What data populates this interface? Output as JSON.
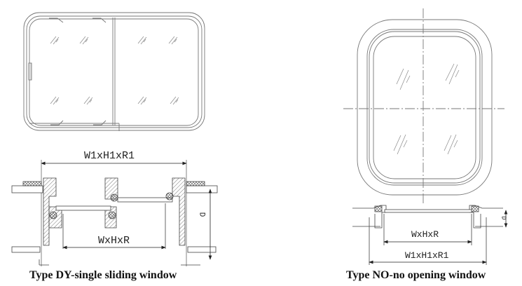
{
  "figures": [
    {
      "id": "dy",
      "caption": "Type DY-single sliding window",
      "labels": {
        "outer_dim": "W1xH1xR1",
        "inner_dim": "WxHxR",
        "depth": "D"
      }
    },
    {
      "id": "no",
      "caption": "Type NO-no opening window",
      "labels": {
        "outer_dim": "W1xH1xR1",
        "inner_dim": "WxHxR",
        "depth": "D"
      }
    }
  ],
  "colors": {
    "line": "#6b6b6b",
    "text": "#111111",
    "background": "#ffffff"
  }
}
